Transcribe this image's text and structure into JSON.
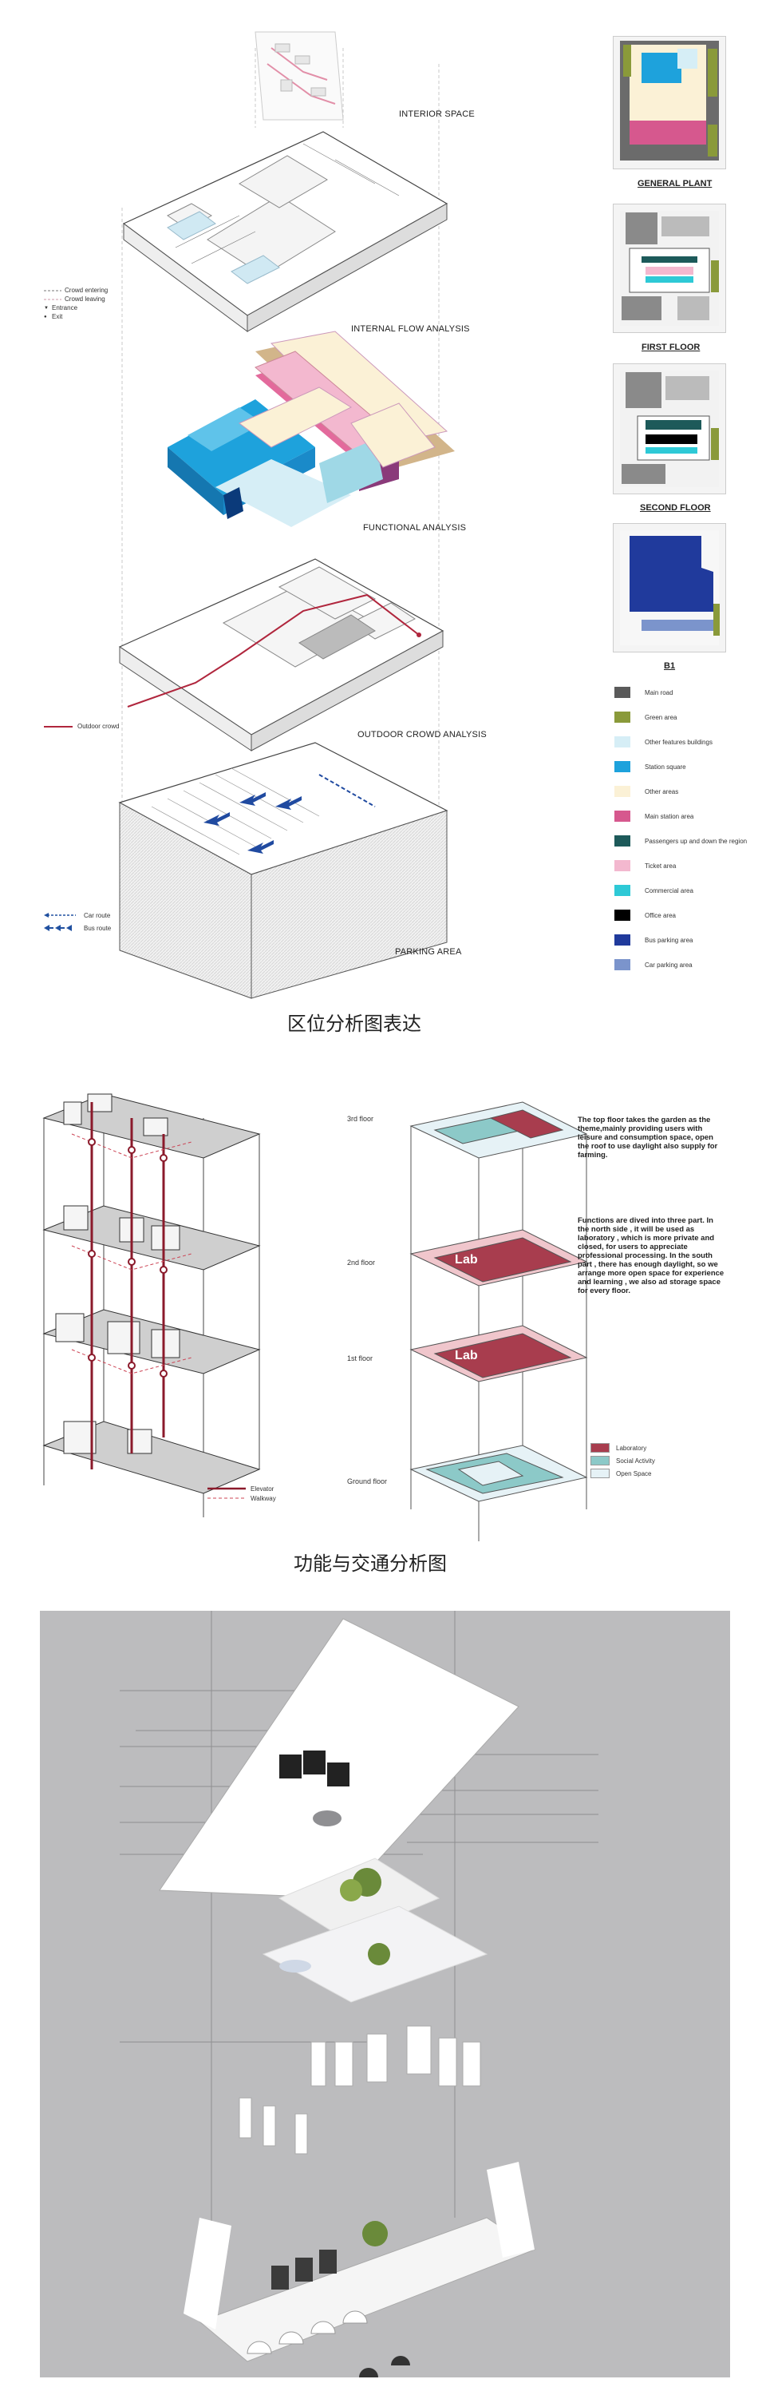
{
  "section1": {
    "labels": {
      "interior_space": "INTERIOR SPACE",
      "internal_flow": "INTERNAL FLOW ANALYSIS",
      "functional": "FUNCTIONAL ANALYSIS",
      "outdoor_crowd": "OUTDOOR CROWD ANALYSIS",
      "parking": "PARKING AREA"
    },
    "flow_legend": {
      "crowd_entering": "Crowd entering",
      "crowd_leaving": "Crowd leaving",
      "entrance": "Entrance",
      "exit": "Exit"
    },
    "outdoor_legend": "Outdoor crowd",
    "parking_legend": {
      "car_route": "Car route",
      "bus_route": "Bus route"
    },
    "plans": [
      {
        "caption": "GENERAL PLANT"
      },
      {
        "caption": "FIRST FLOOR"
      },
      {
        "caption": "SECOND FLOOR"
      },
      {
        "caption": "B1"
      }
    ],
    "legend": [
      {
        "label": "Main road",
        "color": "#5a5a5a"
      },
      {
        "label": "Green area",
        "color": "#8a9a3a"
      },
      {
        "label": "Other features buildings",
        "color": "#d6eef6"
      },
      {
        "label": "Station square",
        "color": "#1ea2dc"
      },
      {
        "label": "Other areas",
        "color": "#fbf1d6"
      },
      {
        "label": "Main station area",
        "color": "#d6588e"
      },
      {
        "label": "Passengers up and down the region",
        "color": "#1d5a5a"
      },
      {
        "label": "Ticket area",
        "color": "#f3b8cf"
      },
      {
        "label": "Commercial area",
        "color": "#2ec9d6"
      },
      {
        "label": "Office area",
        "color": "#000000"
      },
      {
        "label": "Bus parking area",
        "color": "#203a9c"
      },
      {
        "label": "Car parking area",
        "color": "#7b94cc"
      }
    ],
    "caption": "区位分析图表达"
  },
  "section2": {
    "floors": {
      "third": "3rd floor",
      "second": "2nd floor",
      "first": "1st floor",
      "ground": "Ground floor"
    },
    "texts": {
      "top_floor": "The top floor takes the garden as the theme,mainly providing users with leisure and consumption space, open the roof to use daylight also supply for farming.",
      "functions": "Functions are dived into three part. In the north side , it will be used as laboratory , which is more private and closed, for users to appreciate professional processing. In the south part , there has enough daylight, so we arrange more open space for experience and learning , we also ad storage space for every floor."
    },
    "circ_legend": {
      "elevator": "Elevator",
      "walkway": "Walkway"
    },
    "func_legend": [
      {
        "label": "Laboratory",
        "color": "#a83d4e"
      },
      {
        "label": "Social Activity",
        "color": "#8cc9c8"
      },
      {
        "label": "Open Space",
        "color": "#e6f2f6"
      }
    ],
    "caption": "功能与交通分析图"
  }
}
